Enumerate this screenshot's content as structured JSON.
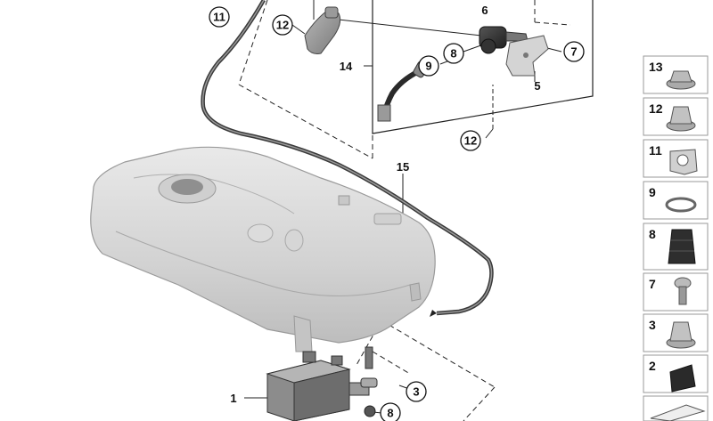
{
  "diagram": {
    "callouts": {
      "c11_top": "11",
      "c12_top": "12",
      "c6": "6",
      "c8_top": "8",
      "c9": "9",
      "c7": "7",
      "c5": "5",
      "c14": "14",
      "c12_bottom": "12",
      "c15": "15",
      "c1": "1",
      "c3": "3",
      "c8_bottom": "8"
    },
    "legend": [
      {
        "number": "13",
        "icon": "flange-nut-icon"
      },
      {
        "number": "12",
        "icon": "hex-nut-icon"
      },
      {
        "number": "11",
        "icon": "pipe-clip-icon"
      },
      {
        "number": "9",
        "icon": "hose-clamp-icon"
      },
      {
        "number": "8",
        "icon": "grommet-icon"
      },
      {
        "number": "7",
        "icon": "screw-icon"
      },
      {
        "number": "3",
        "icon": "flange-nut-icon"
      },
      {
        "number": "2",
        "icon": "rubber-pad-icon"
      }
    ]
  }
}
